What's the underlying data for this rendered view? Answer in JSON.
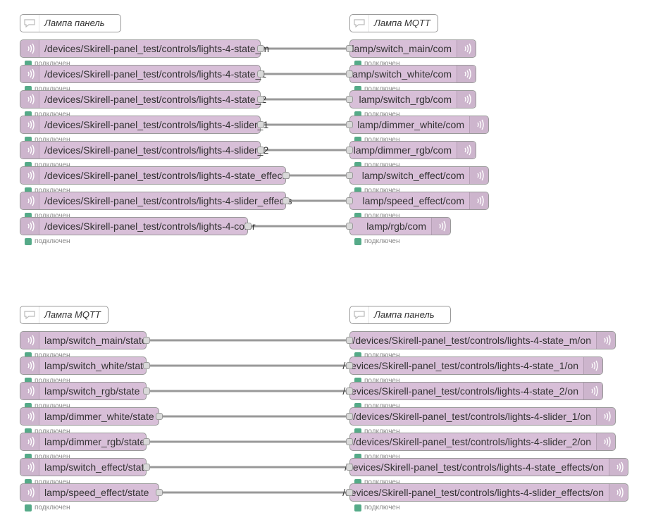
{
  "status_text": "подключен",
  "colors": {
    "node_fill": "#d8bfd8",
    "wire": "#999999",
    "status_connected": "#55aa88"
  },
  "icons": {
    "mqtt_node": "radio-waves-icon",
    "comment_node": "speech-bubble-icon"
  },
  "flow1": {
    "comment_left": "Лампа панель",
    "comment_right": "Лампа MQTT",
    "inputs": [
      "/devices/Skirell-panel_test/controls/lights-4-state_m",
      "/devices/Skirell-panel_test/controls/lights-4-state_1",
      "/devices/Skirell-panel_test/controls/lights-4-state_2",
      "/devices/Skirell-panel_test/controls/lights-4-slider_1",
      "/devices/Skirell-panel_test/controls/lights-4-slider_2",
      "/devices/Skirell-panel_test/controls/lights-4-state_effects",
      "/devices/Skirell-panel_test/controls/lights-4-slider_effects",
      "/devices/Skirell-panel_test/controls/lights-4-color"
    ],
    "outputs": [
      "lamp/switch_main/com",
      "lamp/switch_white/com",
      "lamp/switch_rgb/com",
      "lamp/dimmer_white/com",
      "lamp/dimmer_rgb/com",
      "lamp/switch_effect/com",
      "lamp/speed_effect/com",
      "lamp/rgb/com"
    ]
  },
  "flow2": {
    "comment_left": "Лампа MQTT",
    "comment_right": "Лампа панель",
    "inputs": [
      "lamp/switch_main/state",
      "lamp/switch_white/state",
      "lamp/switch_rgb/state",
      "lamp/dimmer_white/state",
      "lamp/dimmer_rgb/state",
      "lamp/switch_effect/state",
      "lamp/speed_effect/state"
    ],
    "outputs": [
      "/devices/Skirell-panel_test/controls/lights-4-state_m/on",
      "/devices/Skirell-panel_test/controls/lights-4-state_1/on",
      "/devices/Skirell-panel_test/controls/lights-4-state_2/on",
      "/devices/Skirell-panel_test/controls/lights-4-slider_1/on",
      "/devices/Skirell-panel_test/controls/lights-4-slider_2/on",
      "/devices/Skirell-panel_test/controls/lights-4-state_effects/on",
      "/devices/Skirell-panel_test/controls/lights-4-slider_effects/on"
    ]
  }
}
